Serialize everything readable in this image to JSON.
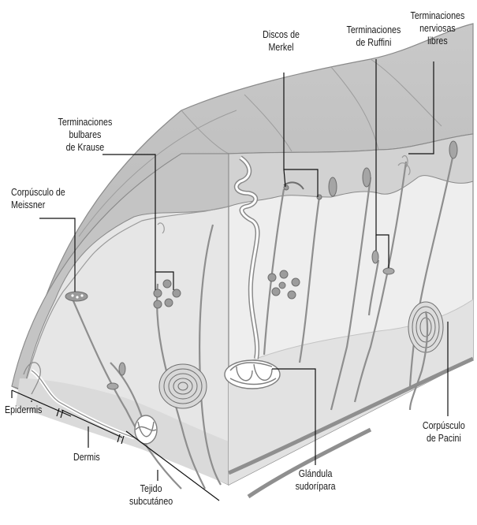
{
  "labels": {
    "discos_merkel": [
      "Discos de",
      "Merkel"
    ],
    "ruffini": [
      "Terminaciones",
      "de Ruffini"
    ],
    "libres": [
      "Terminaciones",
      "nerviosas",
      "libres"
    ],
    "krause": [
      "Terminaciones",
      "bulbares",
      "de Krause"
    ],
    "meissner": [
      "Corpúsculo de",
      "Meissner"
    ],
    "epidermis": "Epidermis",
    "dermis": "Dermis",
    "subcutaneo": [
      "Tejido",
      "subcutáneo"
    ],
    "glandula": [
      "Glándula",
      "sudorípara"
    ],
    "pacini": [
      "Corpúsculo",
      "de Pacini"
    ]
  }
}
